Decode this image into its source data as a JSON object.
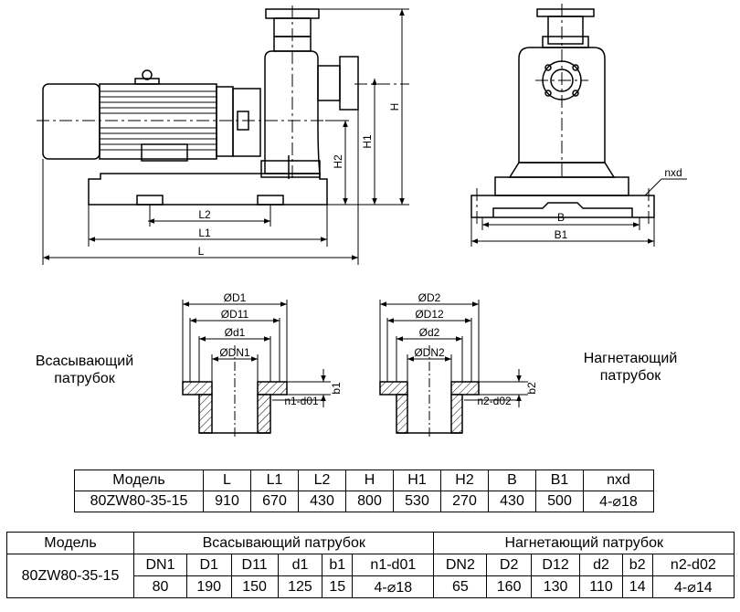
{
  "diagram": {
    "dims_side": {
      "L": "L",
      "L1": "L1",
      "L2": "L2",
      "H": "H",
      "H1": "H1",
      "H2": "H2"
    },
    "dims_front": {
      "B": "B",
      "B1": "B1",
      "nxd": "nxd"
    },
    "suction_flange": {
      "label_line1": "Всасывающий",
      "label_line2": "патрубок",
      "D": "ØD1",
      "D_mid": "ØD11",
      "d": "Ød1",
      "DN": "ØDN1",
      "b": "b1",
      "holes": "n1-d01"
    },
    "discharge_flange": {
      "label_line1": "Нагнетающий",
      "label_line2": "патрубок",
      "D": "ØD2",
      "D_mid": "ØD12",
      "d": "Ød2",
      "DN": "ØDN2",
      "b": "b2",
      "holes": "n2-d02"
    }
  },
  "table1": {
    "headers": [
      "Модель",
      "L",
      "L1",
      "L2",
      "H",
      "H1",
      "H2",
      "B",
      "B1",
      "nxd"
    ],
    "row": [
      "80ZW80-35-15",
      "910",
      "670",
      "430",
      "800",
      "530",
      "270",
      "430",
      "500",
      "4-⌀18"
    ]
  },
  "table2": {
    "model_header": "Модель",
    "model": "80ZW80-35-15",
    "group_suction": "Всасывающий патрубок",
    "group_discharge": "Нагнетающий патрубок",
    "sub_headers": [
      "DN1",
      "D1",
      "D11",
      "d1",
      "b1",
      "n1-d01",
      "DN2",
      "D2",
      "D12",
      "d2",
      "b2",
      "n2-d02"
    ],
    "values": [
      "80",
      "190",
      "150",
      "125",
      "15",
      "4-⌀18",
      "65",
      "160",
      "130",
      "110",
      "14",
      "4-⌀14"
    ]
  }
}
